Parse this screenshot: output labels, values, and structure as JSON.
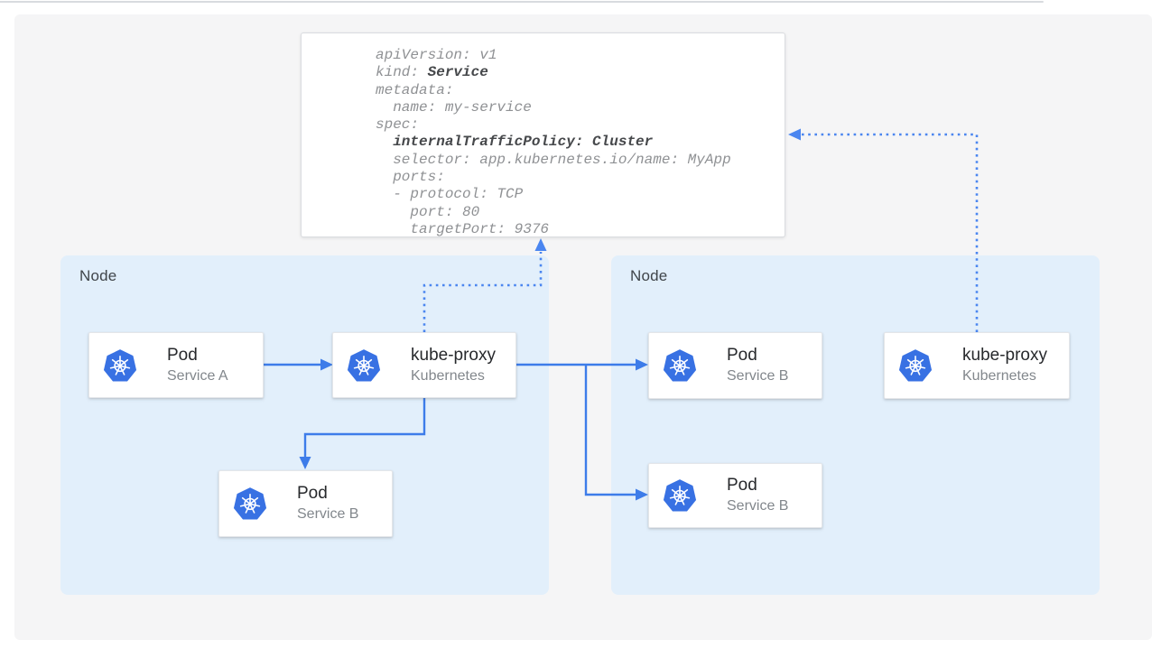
{
  "colors": {
    "kubernetes_blue": "#3871e3",
    "connector_blue": "#3d7ce9",
    "dotted_blue": "#4b86f0",
    "node_bg": "#e2effb",
    "panel_bg": "#f5f5f6",
    "card_bg": "#ffffff",
    "card_border": "#e4e6e9",
    "title_text": "#27292c",
    "subtitle_text": "#82878c",
    "node_label_text": "#40454a",
    "yaml_text": "#8f9194",
    "yaml_bold_text": "#46484b",
    "top_divider": "#d8dbdf"
  },
  "yaml_card": {
    "lines": [
      {
        "segments": [
          {
            "text": "apiVersion: v1"
          }
        ]
      },
      {
        "segments": [
          {
            "text": "kind: "
          },
          {
            "text": "Service",
            "bold": true
          }
        ]
      },
      {
        "segments": [
          {
            "text": "metadata:"
          }
        ]
      },
      {
        "segments": [
          {
            "text": "  name: my-service"
          }
        ]
      },
      {
        "segments": [
          {
            "text": "spec:"
          }
        ]
      },
      {
        "segments": [
          {
            "text": "  "
          },
          {
            "text": "internalTrafficPolicy: Cluster",
            "bold": true
          }
        ]
      },
      {
        "segments": [
          {
            "text": "  selector: app.kubernetes.io/name: MyApp"
          }
        ]
      },
      {
        "segments": [
          {
            "text": "  ports:"
          }
        ]
      },
      {
        "segments": [
          {
            "text": "  - protocol: TCP"
          }
        ]
      },
      {
        "segments": [
          {
            "text": "    port: 80"
          }
        ]
      },
      {
        "segments": [
          {
            "text": "    targetPort: 9376"
          }
        ]
      }
    ]
  },
  "nodes": [
    {
      "label": "Node",
      "cards": [
        {
          "icon": "kubernetes-logo",
          "title": "Pod",
          "subtitle": "Service A"
        },
        {
          "icon": "kubernetes-logo",
          "title": "kube-proxy",
          "subtitle": "Kubernetes"
        },
        {
          "icon": "kubernetes-logo",
          "title": "Pod",
          "subtitle": "Service B"
        }
      ]
    },
    {
      "label": "Node",
      "cards": [
        {
          "icon": "kubernetes-logo",
          "title": "Pod",
          "subtitle": "Service B"
        },
        {
          "icon": "kubernetes-logo",
          "title": "Pod",
          "subtitle": "Service B"
        },
        {
          "icon": "kubernetes-logo",
          "title": "kube-proxy",
          "subtitle": "Kubernetes"
        }
      ]
    }
  ]
}
